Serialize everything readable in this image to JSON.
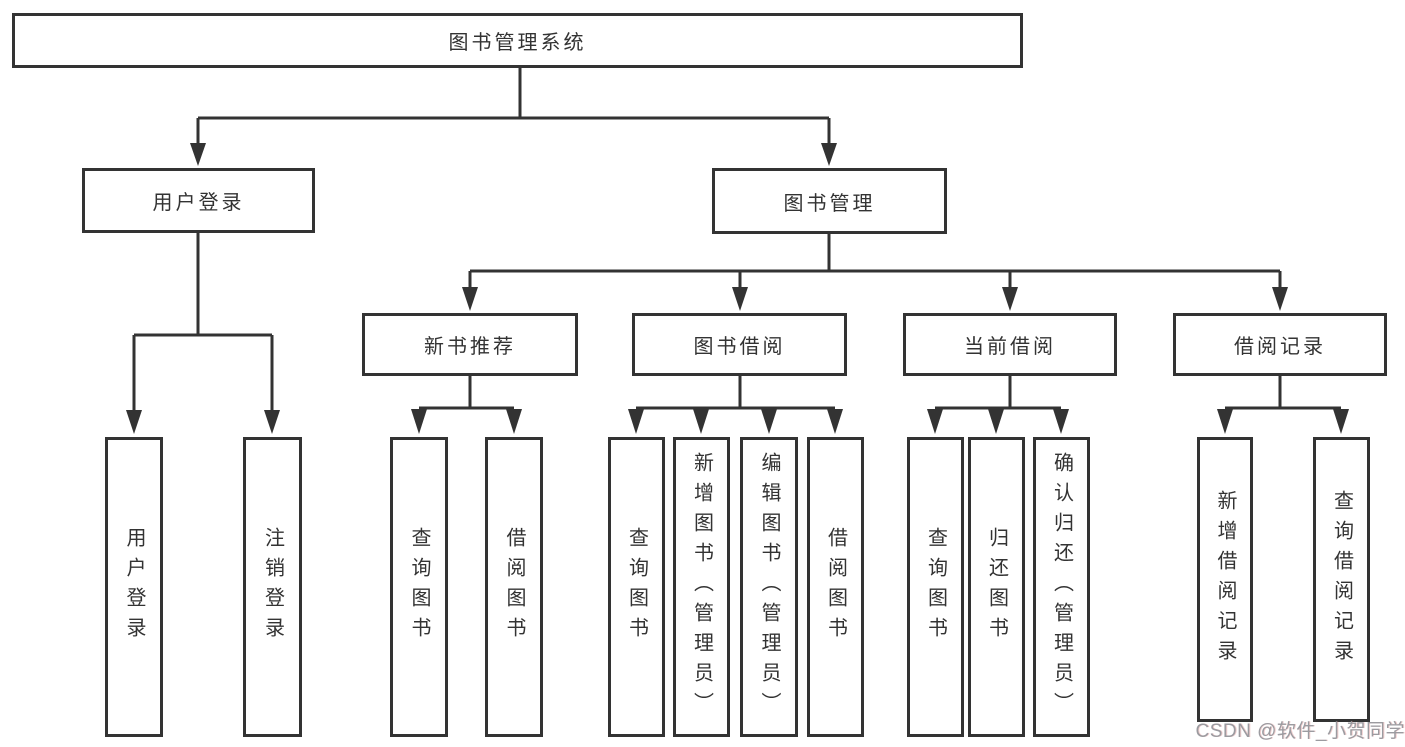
{
  "tree": {
    "root": {
      "label": "图书管理系统"
    },
    "children": [
      {
        "label": "用户登录",
        "children": [
          {
            "label": "用户登录"
          },
          {
            "label": "注销登录"
          }
        ]
      },
      {
        "label": "图书管理",
        "children": [
          {
            "label": "新书推荐",
            "children": [
              {
                "label": "查询图书"
              },
              {
                "label": "借阅图书"
              }
            ]
          },
          {
            "label": "图书借阅",
            "children": [
              {
                "label": "查询图书"
              },
              {
                "label": "新增图书（管理员）"
              },
              {
                "label": "编辑图书（管理员）"
              },
              {
                "label": "借阅图书"
              }
            ]
          },
          {
            "label": "当前借阅",
            "children": [
              {
                "label": "查询图书"
              },
              {
                "label": "归还图书"
              },
              {
                "label": "确认归还（管理员）"
              }
            ]
          },
          {
            "label": "借阅记录",
            "children": [
              {
                "label": "新增借阅记录"
              },
              {
                "label": "查询借阅记录"
              }
            ]
          }
        ]
      }
    ]
  },
  "watermark": {
    "text": "CSDN @软件_小贺同学"
  },
  "colors": {
    "line": "#333333",
    "text": "#333333",
    "box_fill": "#ffffff",
    "watermark": "#9b9ba0"
  }
}
